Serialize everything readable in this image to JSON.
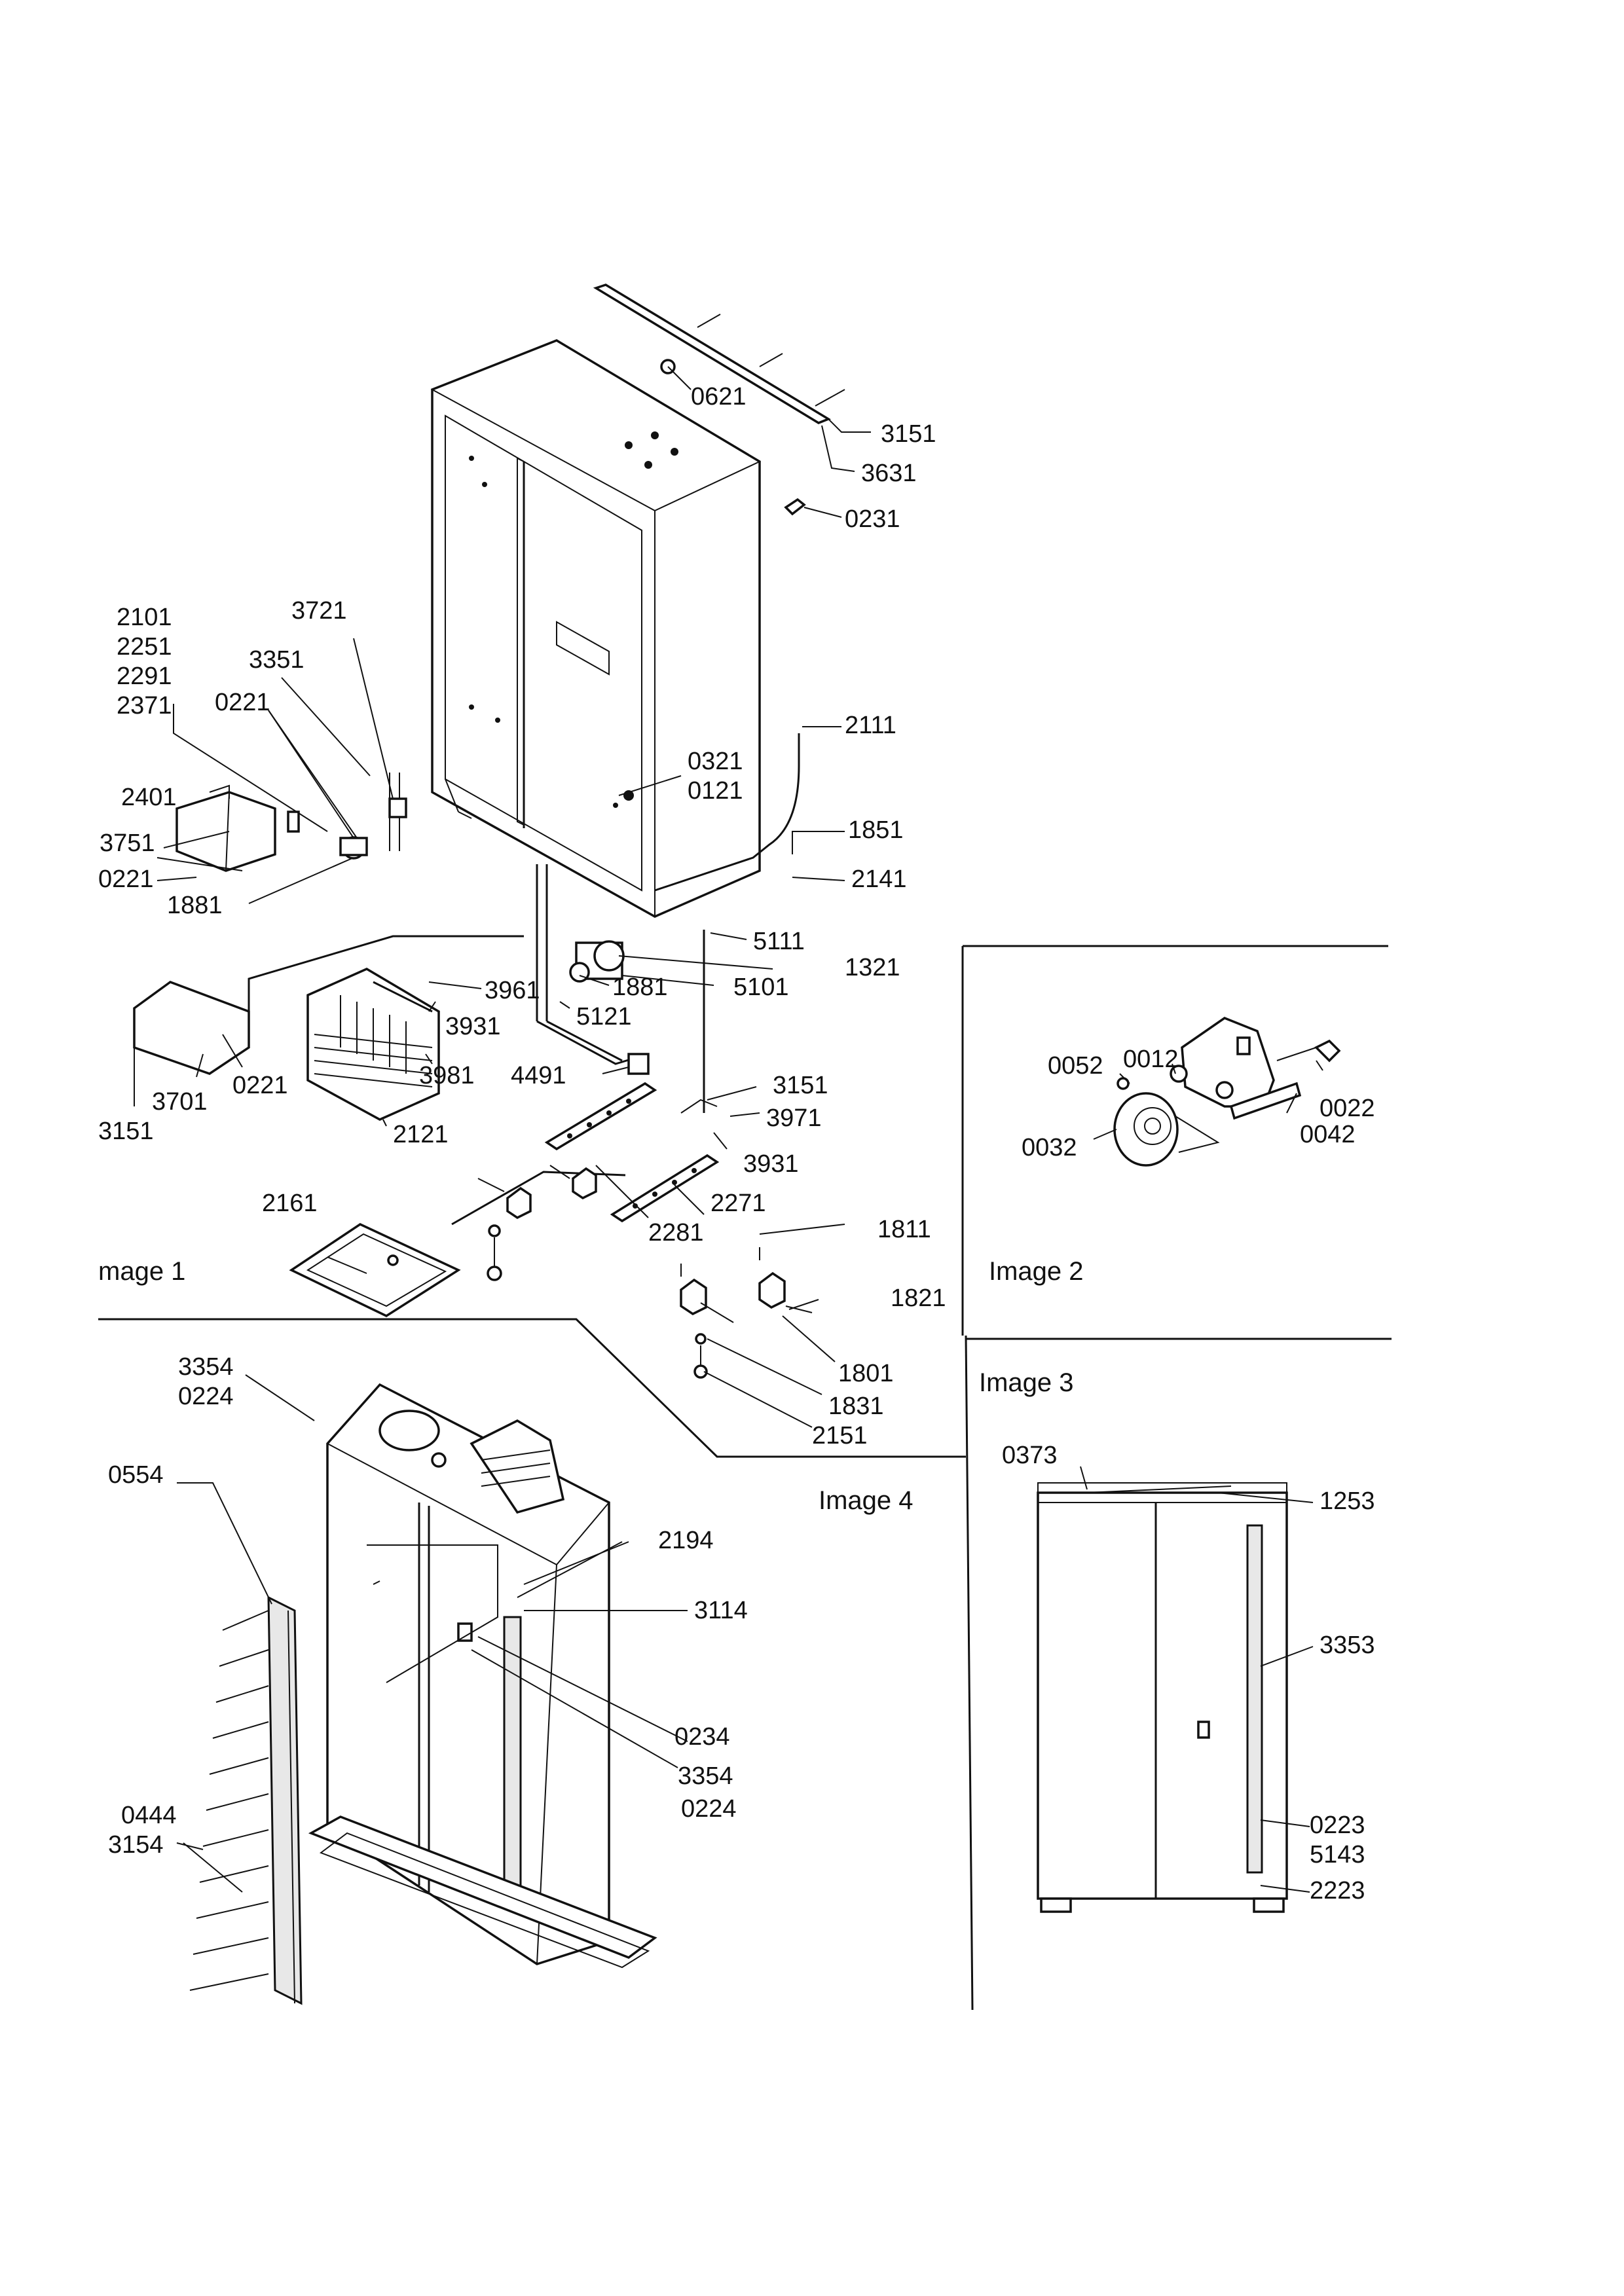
{
  "captions": {
    "image1": "mage 1",
    "image2": "Image 2",
    "image3": "Image 3",
    "image4": "Image 4"
  },
  "labels": {
    "p0621": "0621",
    "p3151a": "3151",
    "p3631": "3631",
    "p0231": "0231",
    "p2101": "2101",
    "p2251": "2251",
    "p2291": "2291",
    "p2371": "2371",
    "p3721": "3721",
    "p3351": "3351",
    "p0221a": "0221",
    "p2401": "2401",
    "p3751": "3751",
    "p0221b": "0221",
    "p1881a": "1881",
    "p2111": "2111",
    "p0321": "0321",
    "p0121": "0121",
    "p1851": "1851",
    "p2141": "2141",
    "p5111": "5111",
    "p1321": "1321",
    "p1881b": "1881",
    "p5101": "5101",
    "p5121": "5121",
    "p3961": "3961",
    "p3931a": "3931",
    "p3981": "3981",
    "p2121": "2121",
    "p3701": "3701",
    "p0221c": "0221",
    "p3151b": "3151",
    "p4491": "4491",
    "p3151c": "3151",
    "p3971": "3971",
    "p3931b": "3931",
    "p2271": "2271",
    "p2161": "2161",
    "p2281": "2281",
    "p1811": "1811",
    "p1821": "1821",
    "p1801": "1801",
    "p1831": "1831",
    "p2151": "2151",
    "p0052": "0052",
    "p0012": "0012",
    "p0022": "0022",
    "p0032": "0032",
    "p0042": "0042",
    "p3354a": "3354",
    "p0224a": "0224",
    "p0554": "0554",
    "p2194": "2194",
    "p3114": "3114",
    "p0234": "0234",
    "p3354b": "3354",
    "p0224b": "0224",
    "p0444": "0444",
    "p3154": "3154",
    "p0373": "0373",
    "p1253": "1253",
    "p3353": "3353",
    "p0223": "0223",
    "p5143": "5143",
    "p2223": "2223"
  }
}
